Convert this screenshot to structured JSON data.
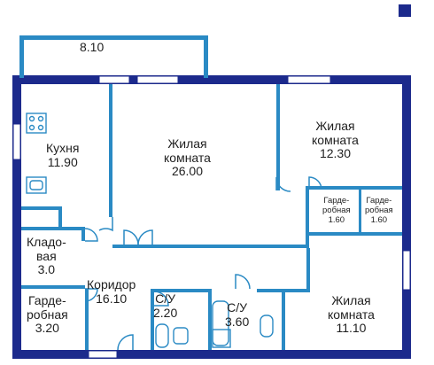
{
  "rooms": {
    "balcony": {
      "area": "8.10"
    },
    "kitchen": {
      "name": "Кухня",
      "area": "11.90"
    },
    "living_main": {
      "name_line1": "Жилая",
      "name_line2": "комната",
      "area": "26.00"
    },
    "living_right": {
      "name_line1": "Жилая",
      "name_line2": "комната",
      "area": "12.30"
    },
    "wardrobe_a": {
      "name_line1": "Гарде-",
      "name_line2": "робная",
      "area": "1.60"
    },
    "wardrobe_b": {
      "name_line1": "Гарде-",
      "name_line2": "робная",
      "area": "1.60"
    },
    "storage": {
      "name_line1": "Кладо-",
      "name_line2": "вая",
      "area": "3.0"
    },
    "corridor": {
      "name": "Коридор",
      "area": "16.10"
    },
    "bath_small": {
      "name": "С/У",
      "area": "2.20"
    },
    "bath_large": {
      "name": "С/У",
      "area": "3.60"
    },
    "wardrobe_left": {
      "name_line1": "Гарде-",
      "name_line2": "робная",
      "area": "3.20"
    },
    "living_bottom": {
      "name_line1": "Жилая",
      "name_line2": "комната",
      "area": "11.10"
    }
  },
  "colors": {
    "exterior_wall": "#1c2a8c",
    "interior_wall": "#2a8ac4",
    "window": "#ffffff",
    "fixture": "#2a8ac4",
    "text": "#1f1f1f"
  }
}
